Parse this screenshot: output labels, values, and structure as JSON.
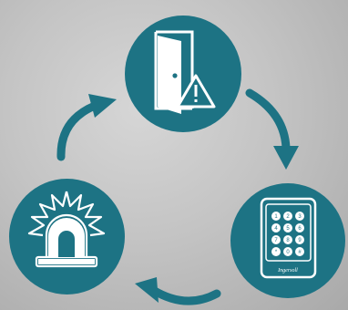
{
  "nodes": [
    {
      "id": "door",
      "icon": "open-door-warning-icon"
    },
    {
      "id": "keypad",
      "icon": "access-keypad-icon"
    },
    {
      "id": "alarm",
      "icon": "alarm-siren-icon"
    }
  ],
  "keypad": {
    "keys": [
      "1",
      "2",
      "3",
      "4",
      "5",
      "6",
      "7",
      "8",
      "9",
      "*",
      "0",
      "#"
    ],
    "brand": "Ingersoll"
  },
  "colors": {
    "accent": "#1d7384",
    "icon": "#ffffff",
    "background": "#c4c4c4"
  },
  "flow": [
    "door",
    "keypad",
    "alarm",
    "door"
  ]
}
